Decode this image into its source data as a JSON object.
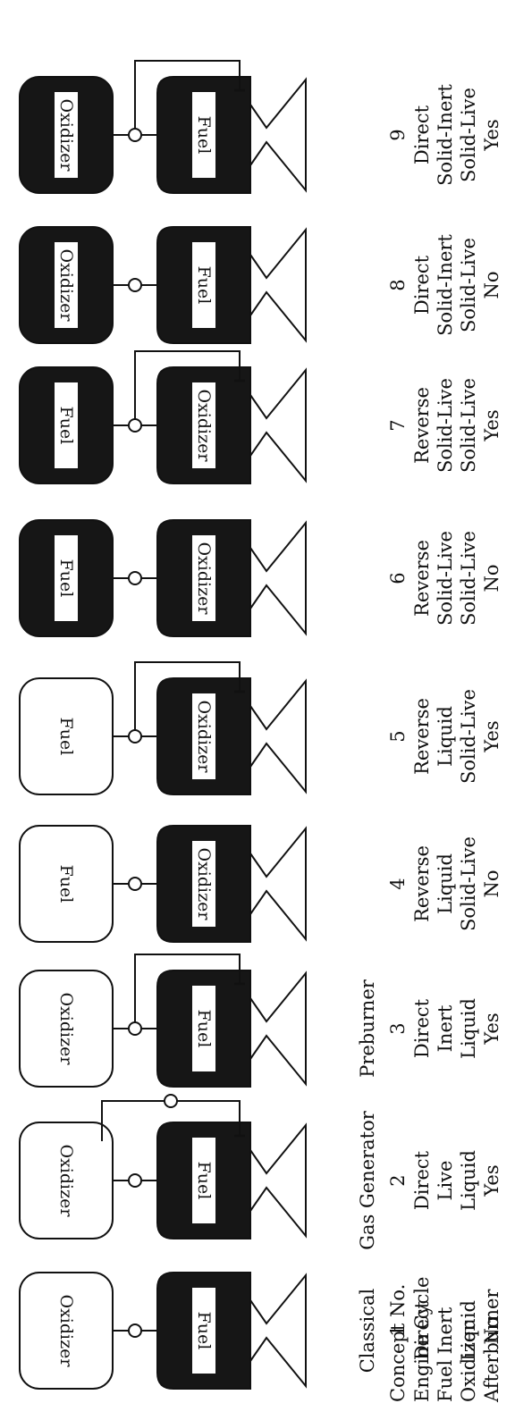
{
  "row_labels": [
    "Concept No.",
    "Engine Cycle",
    "Fuel",
    "Oxidizer",
    "Afterburner"
  ],
  "concepts": [
    {
      "name": "Classical",
      "no": "1",
      "cycle": "Direct",
      "fuel": "Inert",
      "oxidizer": "Liquid",
      "afterburner": "No",
      "bottom_tank": {
        "label": "Fuel",
        "solid": true
      },
      "top_tank": {
        "label": "Oxidizer",
        "solid": false
      },
      "line": "none"
    },
    {
      "name": "Gas Generator",
      "no": "2",
      "cycle": "Direct",
      "fuel": "Live",
      "oxidizer": "Liquid",
      "afterburner": "Yes",
      "bottom_tank": {
        "label": "Fuel",
        "solid": true
      },
      "top_tank": {
        "label": "Oxidizer",
        "solid": false
      },
      "line": "gasgen"
    },
    {
      "name": "Preburner",
      "no": "3",
      "cycle": "Direct",
      "fuel": "Inert",
      "oxidizer": "Liquid",
      "afterburner": "Yes",
      "bottom_tank": {
        "label": "Fuel",
        "solid": true
      },
      "top_tank": {
        "label": "Oxidizer",
        "solid": false
      },
      "line": "after"
    },
    {
      "name": "",
      "no": "4",
      "cycle": "Reverse",
      "fuel": "Liquid",
      "oxidizer": "Solid-Live",
      "afterburner": "No",
      "bottom_tank": {
        "label": "Oxidizer",
        "solid": true
      },
      "top_tank": {
        "label": "Fuel",
        "solid": false
      },
      "line": "none"
    },
    {
      "name": "",
      "no": "5",
      "cycle": "Reverse",
      "fuel": "Liquid",
      "oxidizer": "Solid-Live",
      "afterburner": "Yes",
      "bottom_tank": {
        "label": "Oxidizer",
        "solid": true
      },
      "top_tank": {
        "label": "Fuel",
        "solid": false
      },
      "line": "after"
    },
    {
      "name": "",
      "no": "6",
      "cycle": "Reverse",
      "fuel": "Solid-Live",
      "oxidizer": "Solid-Live",
      "afterburner": "No",
      "bottom_tank": {
        "label": "Oxidizer",
        "solid": true
      },
      "top_tank": {
        "label": "Fuel",
        "solid": true
      },
      "line": "none"
    },
    {
      "name": "",
      "no": "7",
      "cycle": "Reverse",
      "fuel": "Solid-Live",
      "oxidizer": "Solid-Live",
      "afterburner": "Yes",
      "bottom_tank": {
        "label": "Oxidizer",
        "solid": true
      },
      "top_tank": {
        "label": "Fuel",
        "solid": true
      },
      "line": "after"
    },
    {
      "name": "",
      "no": "8",
      "cycle": "Direct",
      "fuel": "Solid-Inert",
      "oxidizer": "Solid-Live",
      "afterburner": "No",
      "bottom_tank": {
        "label": "Fuel",
        "solid": true
      },
      "top_tank": {
        "label": "Oxidizer",
        "solid": true
      },
      "line": "none"
    },
    {
      "name": "",
      "no": "9",
      "cycle": "Direct",
      "fuel": "Solid-Inert",
      "oxidizer": "Solid-Live",
      "afterburner": "Yes",
      "bottom_tank": {
        "label": "Fuel",
        "solid": true
      },
      "top_tank": {
        "label": "Oxidizer",
        "solid": true
      },
      "line": "after"
    }
  ],
  "colors": {
    "ink": "#111111",
    "solid_fill": "#161616",
    "paper": "#ffffff"
  }
}
